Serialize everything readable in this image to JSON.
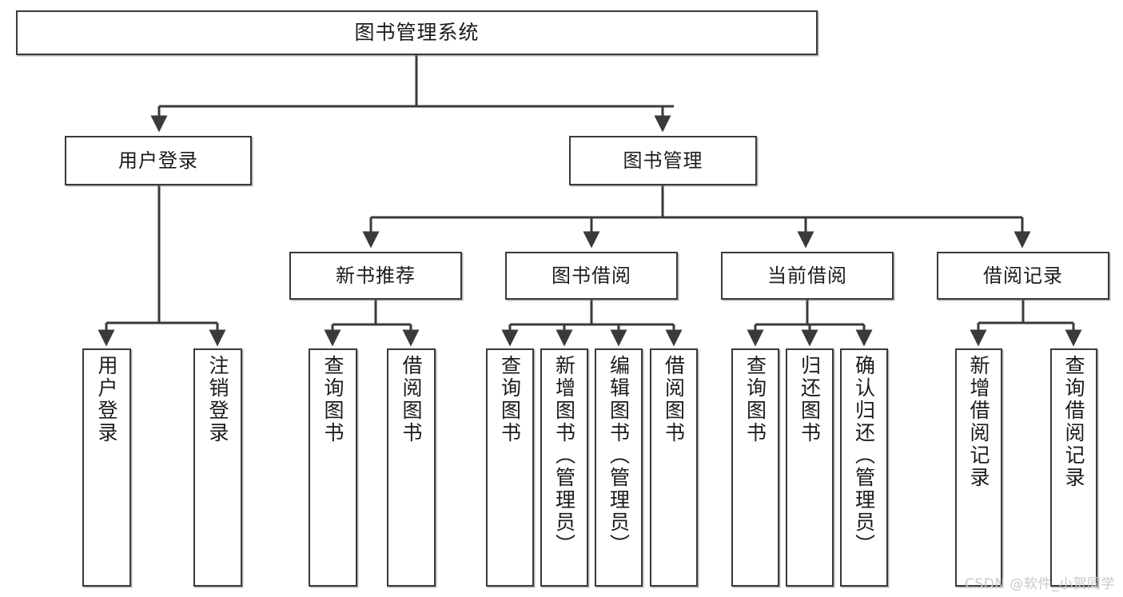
{
  "diagram": {
    "title": "图书管理系统",
    "type": "tree-hierarchy-chart",
    "watermark": "CSDN @软件_小贺同学",
    "colors": {
      "stroke": "#3a3a3a",
      "fill": "#ffffff",
      "text": "#1b1b1b",
      "watermark": "#c9c9c9"
    },
    "nodes": {
      "root": {
        "label": "图书管理系统"
      },
      "level2": [
        {
          "id": "user-login",
          "label": "用户登录"
        },
        {
          "id": "book-manage",
          "label": "图书管理"
        }
      ],
      "level3": [
        {
          "id": "new-book-rec",
          "label": "新书推荐"
        },
        {
          "id": "book-borrow",
          "label": "图书借阅"
        },
        {
          "id": "current-borrow",
          "label": "当前借阅"
        },
        {
          "id": "borrow-record",
          "label": "借阅记录"
        }
      ],
      "leaves": {
        "user-login": [
          {
            "id": "leaf-user-login",
            "label": "用户登录"
          },
          {
            "id": "leaf-logout",
            "label": "注销登录"
          }
        ],
        "new-book-rec": [
          {
            "id": "leaf-query-book-1",
            "label": "查询图书"
          },
          {
            "id": "leaf-borrow-book-1",
            "label": "借阅图书"
          }
        ],
        "book-borrow": [
          {
            "id": "leaf-query-book-2",
            "label": "查询图书"
          },
          {
            "id": "leaf-add-book",
            "label": "新增图书（管理员）"
          },
          {
            "id": "leaf-edit-book",
            "label": "编辑图书（管理员）"
          },
          {
            "id": "leaf-borrow-book-2",
            "label": "借阅图书"
          }
        ],
        "current-borrow": [
          {
            "id": "leaf-query-book-3",
            "label": "查询图书"
          },
          {
            "id": "leaf-return-book",
            "label": "归还图书"
          },
          {
            "id": "leaf-confirm-return",
            "label": "确认归还（管理员）"
          }
        ],
        "borrow-record": [
          {
            "id": "leaf-add-record",
            "label": "新增借阅记录"
          },
          {
            "id": "leaf-query-record",
            "label": "查询借阅记录"
          }
        ]
      }
    }
  }
}
